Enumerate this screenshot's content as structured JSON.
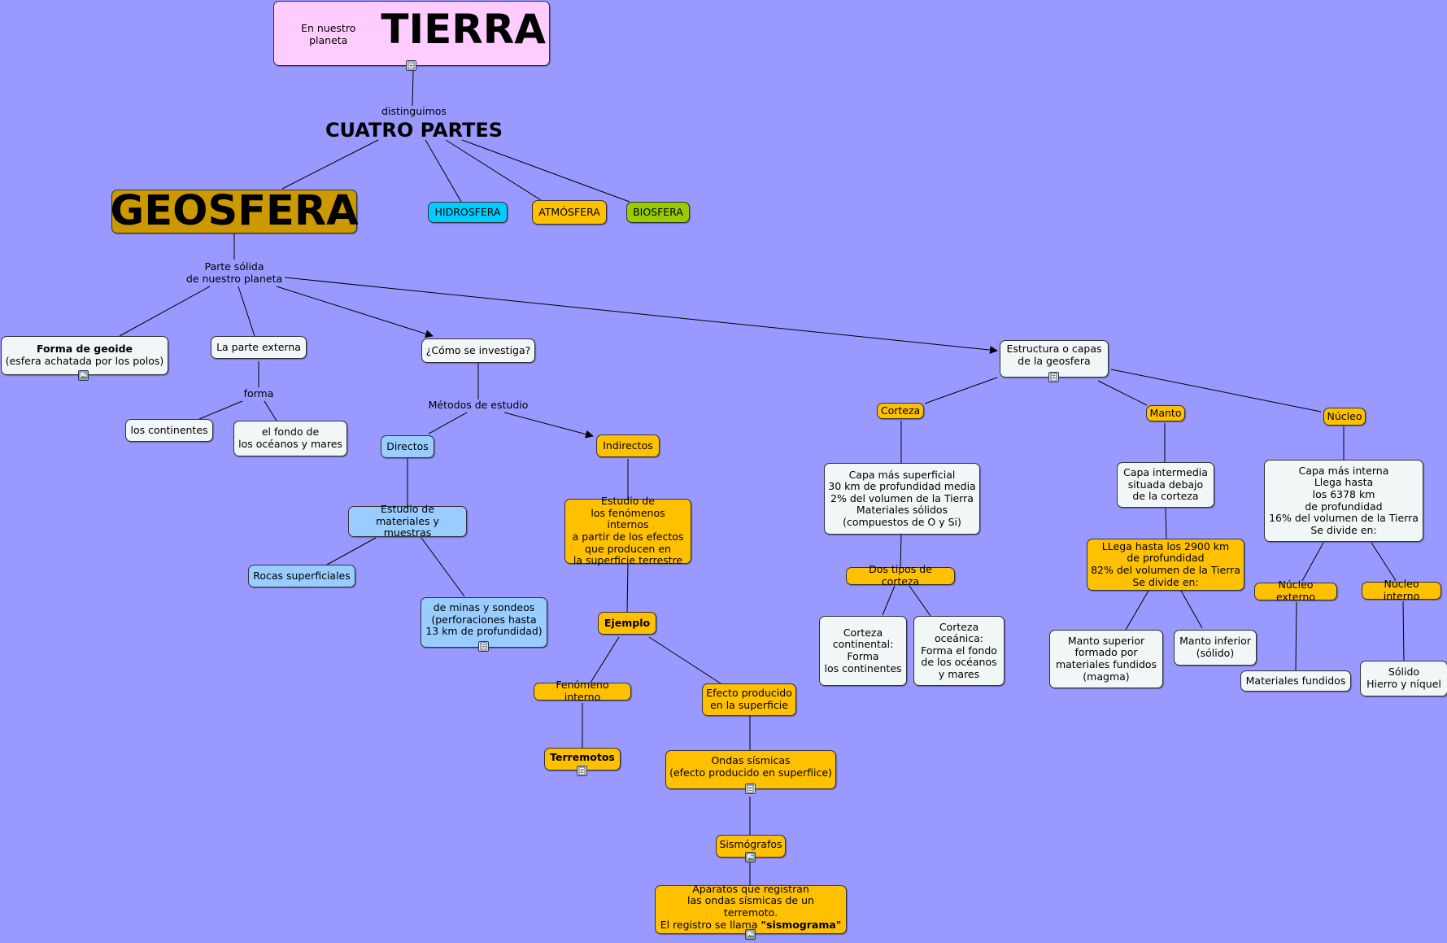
{
  "title": {
    "prefix": "En nuestro planeta",
    "main": "TIERRA"
  },
  "colors": {
    "background": "#9999ff",
    "title_box": "#ffccff",
    "geosfera": "#cc9900",
    "hidrosfera": "#00ccff",
    "atmosfera": "#ffc000",
    "biosfera": "#99cc00",
    "orange_node": "#ffc000",
    "white_node": "#f1f6f7",
    "blue_node": "#99ccff"
  },
  "links": {
    "distinguimos": "distinguimos",
    "cuatro_partes": "CUATRO PARTES",
    "parte_solida": "Parte sólida\nde nuestro planeta",
    "forma": "forma",
    "metodos": "Métodos de estudio"
  },
  "spheres": {
    "geosfera": "GEOSFERA",
    "hidrosfera": "HIDROSFERA",
    "atmosfera": "ATMÓSFERA",
    "biosfera": "BIOSFERA"
  },
  "geoide": {
    "bold": "Forma de geoide",
    "rest": "(esfera achatada por los polos)"
  },
  "externa": {
    "title": "La parte externa",
    "continentes": "los continentes",
    "fondo": "el fondo de\nlos océanos y mares"
  },
  "investiga": {
    "title": "¿Cómo se investiga?",
    "directos": "Directos",
    "estudio_materiales": "Estudio de\nmateriales y muestras",
    "rocas": "Rocas superficiales",
    "minas": "de minas y sondeos\n(perforaciones hasta\n13 km de profundidad)",
    "indirectos": "Indirectos",
    "estudio_fenomenos": "Estudio de\nlos fenómenos internos\na partir de los efectos\nque producen en\nla superficie terrestre",
    "ejemplo": "Ejemplo",
    "fenomeno_interno": "Fenómeno interno",
    "terremotos": "Terremotos",
    "efecto": "Efecto producido\nen la superficie",
    "ondas": "Ondas sísmicas\n(efecto producido en superfiice)",
    "sismografos": "Sismógrafos",
    "aparatos_text": "Aparatos que registran\nlas ondas sísmicas de un terremoto.\nEl registro se llama ",
    "aparatos_bold": "\"sismograma\""
  },
  "estructura": {
    "title": "Estructura o capas\nde la geosfera",
    "corteza": "Corteza",
    "corteza_desc": "Capa más superficial\n30 km de profundidad media\n2% del volumen de la Tierra\nMateriales sólidos\n(compuestos de O y Si)",
    "dos_tipos": "Dos tipos de corteza",
    "continental": "Corteza\ncontinental:\nForma\nlos continentes",
    "oceanica": "Corteza\noceánica:\nForma el fondo\nde los océanos\ny mares",
    "manto": "Manto",
    "manto_desc": "Capa intermedia\nsituada debajo\nde la corteza",
    "manto_llega": "LLega hasta los 2900 km\nde profundidad\n82% del volumen de la Tierra\nSe divide en:",
    "manto_superior": "Manto superior\nformado por\nmateriales fundidos\n(magma)",
    "manto_inferior": "Manto inferior\n(sólido)",
    "nucleo": "Núcleo",
    "nucleo_desc": "Capa más interna\nLlega hasta\nlos 6378 km\nde profundidad\n16% del volumen de la Tierra\nSe divide en:",
    "nucleo_externo": "Núcleo externo",
    "nucleo_interno": "Núcleo interno",
    "materiales_fundidos": "Materiales fundidos",
    "solido": "Sólido\nHierro y níquel"
  },
  "icons": {
    "document": "document-icon",
    "image": "image-icon"
  }
}
